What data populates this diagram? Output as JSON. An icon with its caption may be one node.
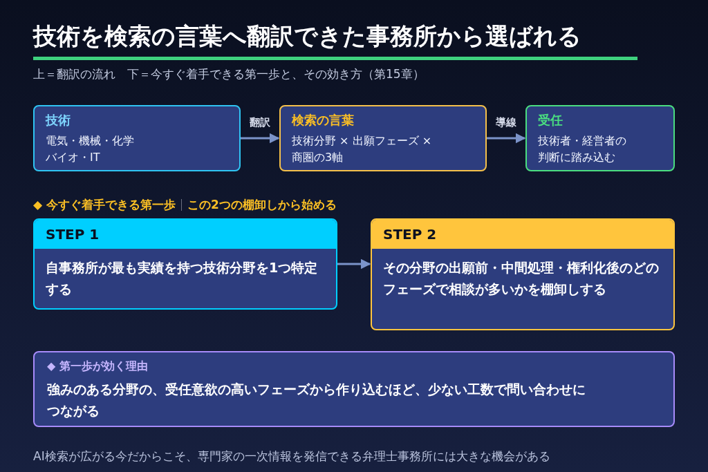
{
  "diagram": {
    "title": "技術を検索の言葉へ翻訳できた事務所から選ばれる",
    "caption": "AI検索が広がる今だからこそ、専門家の一次情報を発信できる弁理士事務所には大きな機会がある",
    "nodes": [
      {
        "text": [
          "技術",
          "電気・機械・化学バイオ・IT"
        ]
      },
      {
        "text": [
          "検索の言葉",
          "技術分野 × 出願フェーズ × 商圏の3軸"
        ]
      },
      {
        "text": [
          "受任",
          "技術者・経営者の判断に踏み込む"
        ]
      },
      {
        "text": [
          "STEP 1",
          "自事務所が最も実績を持つ技術分野を1つ特定する"
        ]
      },
      {
        "text": [
          "STEP 2",
          "その分野の出願前・中間処理・権利化後のどのフェーズで相談が多いかを棚卸しする"
        ]
      },
      {
        "text": [
          "◆ 第一歩が効く理由",
          "強みのある分野の、受任意欲の高いフェーズから作り込むほど、少ない工数で問い合わせにつながる"
        ]
      }
    ],
    "edges": [
      {
        "from": 0,
        "to": 1,
        "arrow": "to",
        "label": "翻訳"
      },
      {
        "from": 1,
        "to": 2,
        "arrow": "to",
        "label": "導線"
      },
      {
        "from": 3,
        "to": 4,
        "arrow": "to"
      }
    ],
    "labels": [
      "上＝翻訳の流れ　下＝今すぐ着手できる第一歩と、その効き方（第15章）",
      "◆ 今すぐ着手できる第一歩",
      "この2つの棚卸しから始める"
    ]
  }
}
